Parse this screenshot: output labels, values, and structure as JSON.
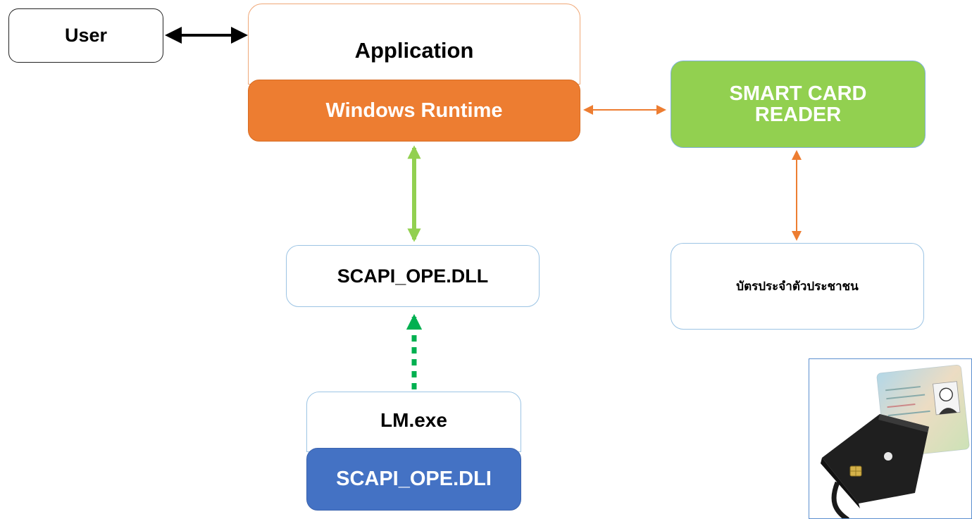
{
  "nodes": {
    "user": "User",
    "application": "Application",
    "windows_runtime": "Windows Runtime",
    "smart_card_reader_line1": "SMART CARD",
    "smart_card_reader_line2": "READER",
    "scapi_dll": "SCAPI_OPE.DLL",
    "id_card": "บัตรประจำตัวประชาชน",
    "lm_exe": "LM.exe",
    "scapi_dli": "SCAPI_OPE.DLI"
  },
  "colors": {
    "windows_runtime_fill": "#ed7d31",
    "smart_card_reader_fill": "#92d050",
    "scapi_dli_fill": "#4472c4",
    "orange_arrow": "#ed7d31",
    "green_arrow": "#92d050",
    "dashed_green_arrow": "#00b050",
    "black_arrow": "#000000"
  },
  "photo": {
    "icon": "smart-card-reader-photo"
  }
}
